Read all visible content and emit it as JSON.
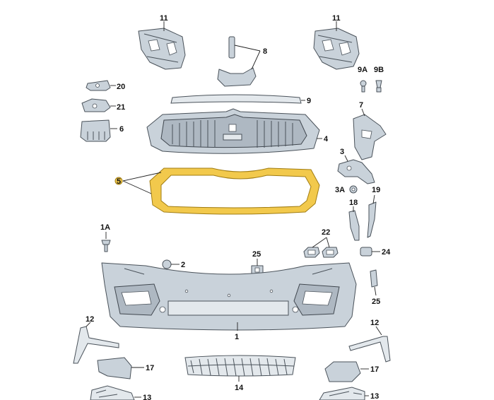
{
  "diagram": {
    "highlight_color": "#f2c94c",
    "callouts": {
      "c11_left": "11",
      "c11_right": "11",
      "c8": "8",
      "c9a": "9A",
      "c9b": "9B",
      "c20": "20",
      "c21": "21",
      "c9": "9",
      "c6": "6",
      "c4": "4",
      "c7": "7",
      "c3": "3",
      "c5": "5",
      "c3a": "3A",
      "c19": "19",
      "c18": "18",
      "c1a": "1A",
      "c22": "22",
      "c2": "2",
      "c25_center": "25",
      "c24": "24",
      "c25_right": "25",
      "c1": "1",
      "c12_left": "12",
      "c12_right": "12",
      "c17_left": "17",
      "c17_right": "17",
      "c14": "14",
      "c13_left": "13",
      "c13_right": "13"
    }
  }
}
